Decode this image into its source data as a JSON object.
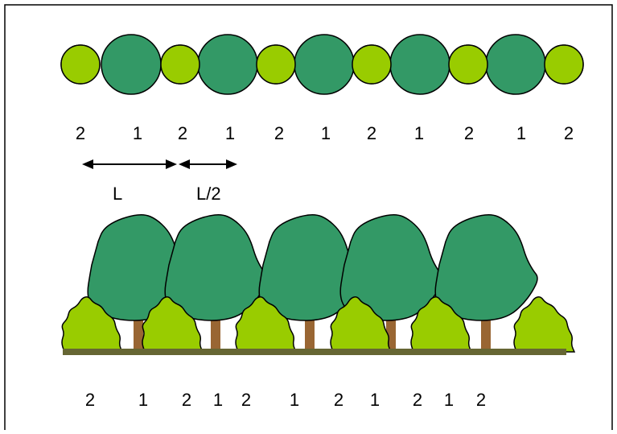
{
  "plan_view": {
    "sequence": [
      "2",
      "1",
      "2",
      "1",
      "2",
      "1",
      "2",
      "1",
      "2",
      "1",
      "2"
    ],
    "labels": [
      "2",
      "1",
      "2",
      "1",
      "2",
      "1",
      "2",
      "1",
      "2",
      "1",
      "2"
    ],
    "spacing_labels": {
      "full": "L",
      "half": "L/2"
    }
  },
  "profile_view": {
    "sequence": [
      "2",
      "1",
      "2",
      "1",
      "2",
      "1",
      "2",
      "1",
      "2",
      "1",
      "2"
    ],
    "labels": [
      "2",
      "1",
      "2",
      "1",
      "2",
      "1",
      "2",
      "1",
      "2",
      "1",
      "2"
    ]
  },
  "colors": {
    "tall_tree": "#339966",
    "shrub": "#99cc00",
    "trunk": "#996633",
    "ground": "#666633",
    "outline": "#000000",
    "frame": "#000000"
  },
  "legend_note": ""
}
